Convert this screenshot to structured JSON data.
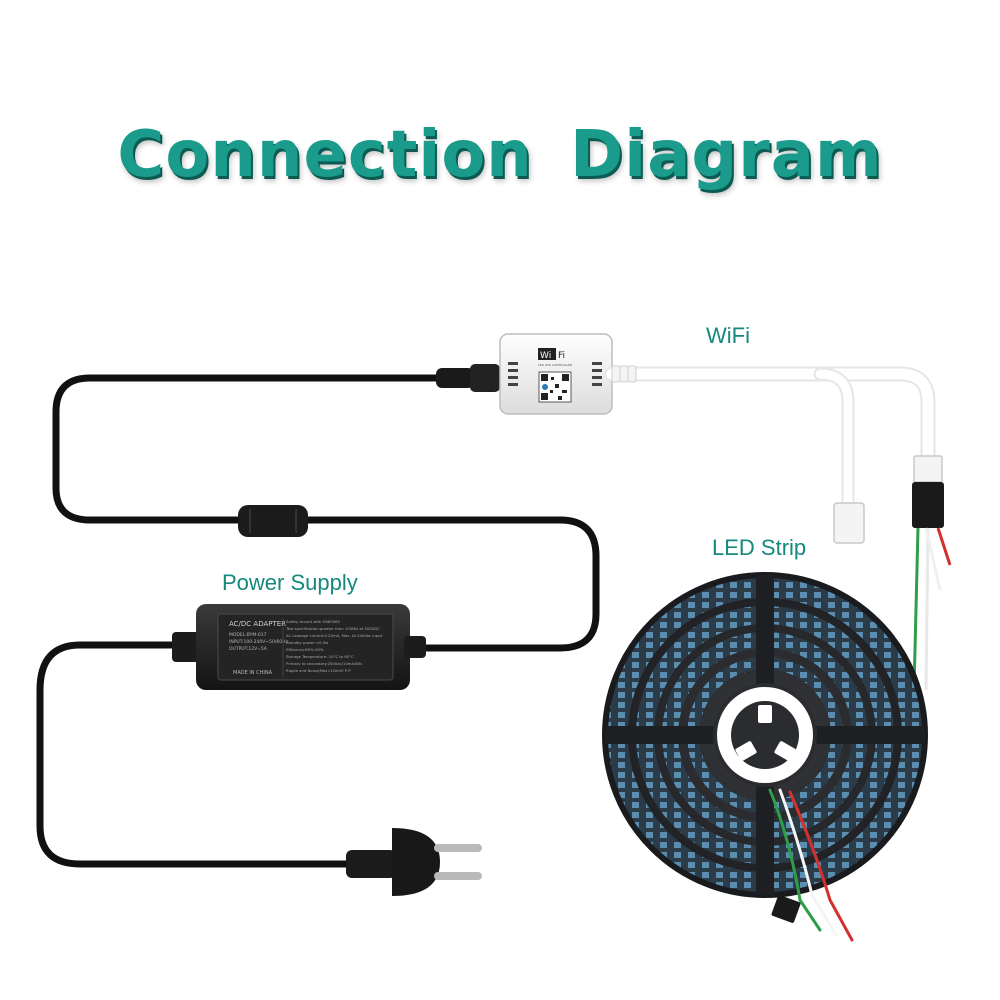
{
  "title": "Connection Diagram",
  "labels": {
    "wifi": "WiFi",
    "led_strip": "LED Strip",
    "power_supply": "Power Supply"
  },
  "controller": {
    "wifi_text": "Wi",
    "fi_text": "Fi",
    "model_text": "LED WiFi CONTROLLER"
  },
  "adapter": {
    "heading": "AC/DC ADAPTER",
    "lines": [
      "MODEL:BYM-017",
      "INPUT:100-240V~50/60Hz",
      "OUTPUT:12V=5A"
    ],
    "made_in": "MADE IN CHINA",
    "spec_lines": [
      "Safety accord with EN60065",
      "Test specification:greater than 100MΩ at 500VDC",
      "AC Leakage current:0.25mA, Max. At 240Vac input",
      "Standby power:<0.5w",
      "Efficiency:80%-90%",
      "Storage Temperature:-10°C to 60°C",
      "Primary to secondary:2500ac/10mA/60s",
      "Ripple and Noise(Max):120mV P-P"
    ]
  },
  "colors": {
    "title": "#1a9b8c",
    "title_shadow": "#0b5b52",
    "label": "#14897c",
    "cable": "#111111",
    "reel": "#2a2b2e",
    "led": "#4a7fa0"
  }
}
